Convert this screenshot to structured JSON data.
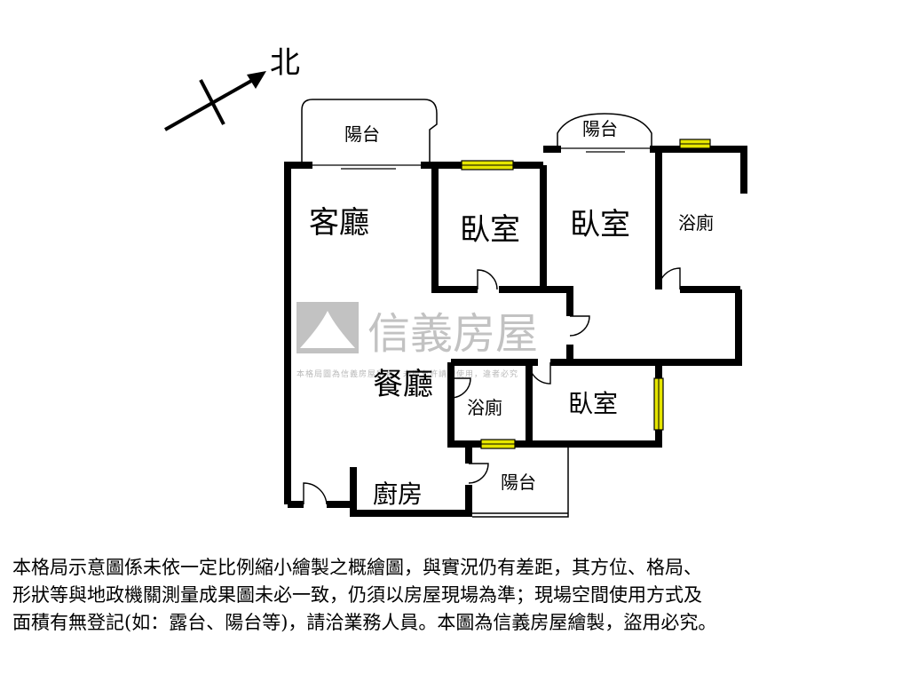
{
  "compass": {
    "label": "北"
  },
  "rooms": {
    "living_room": "客廳",
    "dining_room": "餐廳",
    "kitchen": "廚房",
    "bedroom_1": "臥室",
    "bedroom_master": "臥室",
    "bedroom_3": "臥室",
    "bathroom_1": "浴廁",
    "bathroom_2": "浴廁",
    "balcony_north": "陽台",
    "balcony_bay": "陽台",
    "balcony_kitchen": "陽台"
  },
  "watermark": {
    "brand": "信義房屋",
    "notice": "本格局圖為信義房屋所有，未經允許請勿使用，違者必究"
  },
  "disclaimer": "本格局示意圖係未依一定比例縮小繪製之概繪圖，與實況仍有差距，其方位、格局、\n形狀等與地政機關測量成果圖未必一致，仍須以房屋現場為準；現場空間使用方式及\n面積有無登記(如：露台、陽台等)，請洽業務人員。本圖為信義房屋繪製，盜用必究。",
  "colors": {
    "wall": "#000000",
    "window": "#e6e600",
    "watermark": "#8f8f8f"
  }
}
